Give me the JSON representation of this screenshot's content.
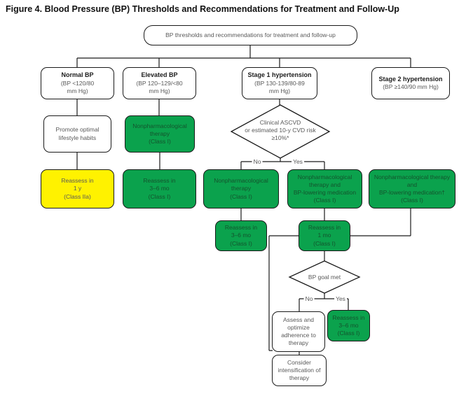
{
  "figure_title": "Figure 4. Blood Pressure (BP) Thresholds and Recommendations for Treatment and Follow-Up",
  "root_label": "BP thresholds and recommendations for treatment and follow-up",
  "categories": [
    {
      "name": "Normal BP",
      "range": "(BP <120/80\nmm Hg)"
    },
    {
      "name": "Elevated BP",
      "range": "(BP 120–129/<80\nmm Hg)"
    },
    {
      "name": "Stage 1 hypertension",
      "range": "(BP 130-139/80-89\nmm Hg)"
    },
    {
      "name": "Stage 2 hypertension",
      "range": "(BP ≥140/90 mm Hg)"
    }
  ],
  "nodes": {
    "promote_lifestyle": "Promote optimal\nlifestyle habits",
    "nonpharm_elevated": "Nonpharmacological\ntherapy\n(Class I)",
    "ascvd_decision": "Clinical ASCVD\nor estimated 10-y CVD risk\n≥10%*",
    "reassess_1y": "Reassess in\n1 y\n(Class IIa)",
    "reassess_36_elevated": "Reassess in\n3–6 mo\n(Class I)",
    "nonpharm_stage1": "Nonpharmacological\ntherapy\n(Class I)",
    "nonpharm_med_stage1": "Nonpharmacological\ntherapy and\nBP-lowering medication\n(Class I)",
    "nonpharm_med_stage2": "Nonpharmacological therapy\nand\nBP-lowering medication†\n(Class I)",
    "reassess_36_stage1": "Reassess in\n3–6 mo\n(Class I)",
    "reassess_1mo": "Reassess in\n1 mo\n(Class I)",
    "bp_goal_decision": "BP goal met",
    "assess_adherence": "Assess and\noptimize\nadherence to\ntherapy",
    "reassess_36_goal": "Reassess in\n3–6 mo\n(Class I)",
    "consider_intensification": "Consider\nintensification of\ntherapy"
  },
  "edge_labels": {
    "stage1_no": "No",
    "stage1_yes": "Yes",
    "goal_no": "No",
    "goal_yes": "Yes"
  },
  "colors": {
    "green": "#0BA24D",
    "yellow": "#FFF200",
    "white": "#FFFFFF",
    "box_border": "#1A1A1A",
    "line": "#1A1A1A",
    "text_gray": "#595959",
    "text_green_box": "#14532D"
  }
}
